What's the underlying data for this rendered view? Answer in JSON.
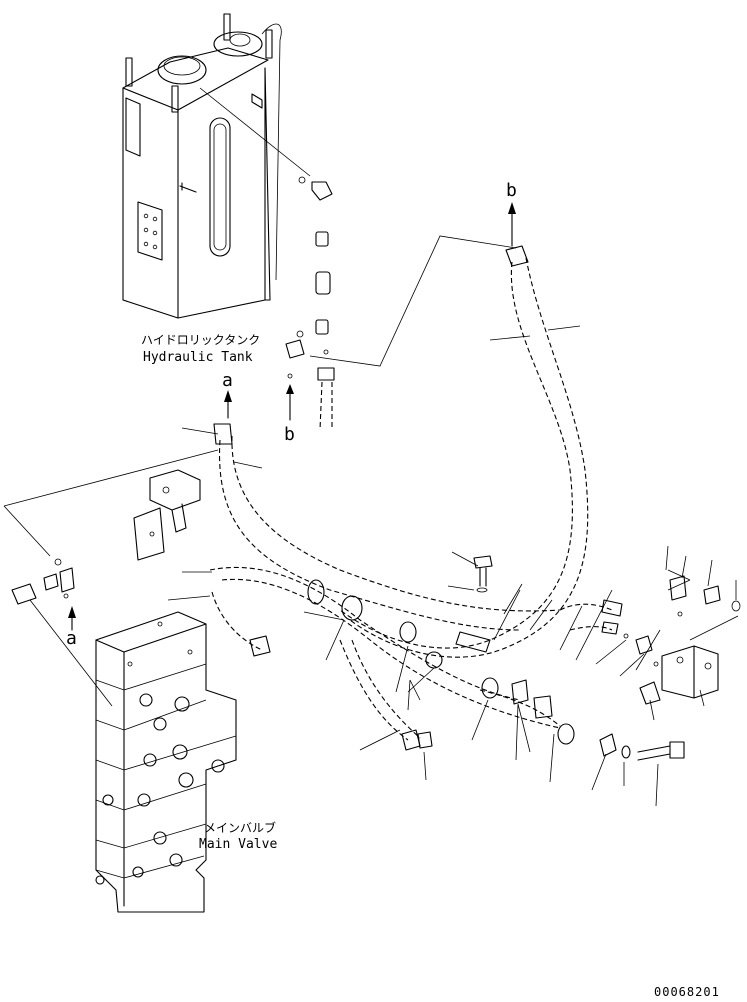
{
  "labels": {
    "tank_jp": "ハイドロリックタンク",
    "tank_en": "Hydraulic Tank",
    "valve_jp": "メインバルブ",
    "valve_en": "Main Valve",
    "ref_a_top": "a",
    "ref_a_left": "a",
    "ref_b_top": "b",
    "ref_b_mid": "b",
    "drawing_number": "00068201"
  }
}
